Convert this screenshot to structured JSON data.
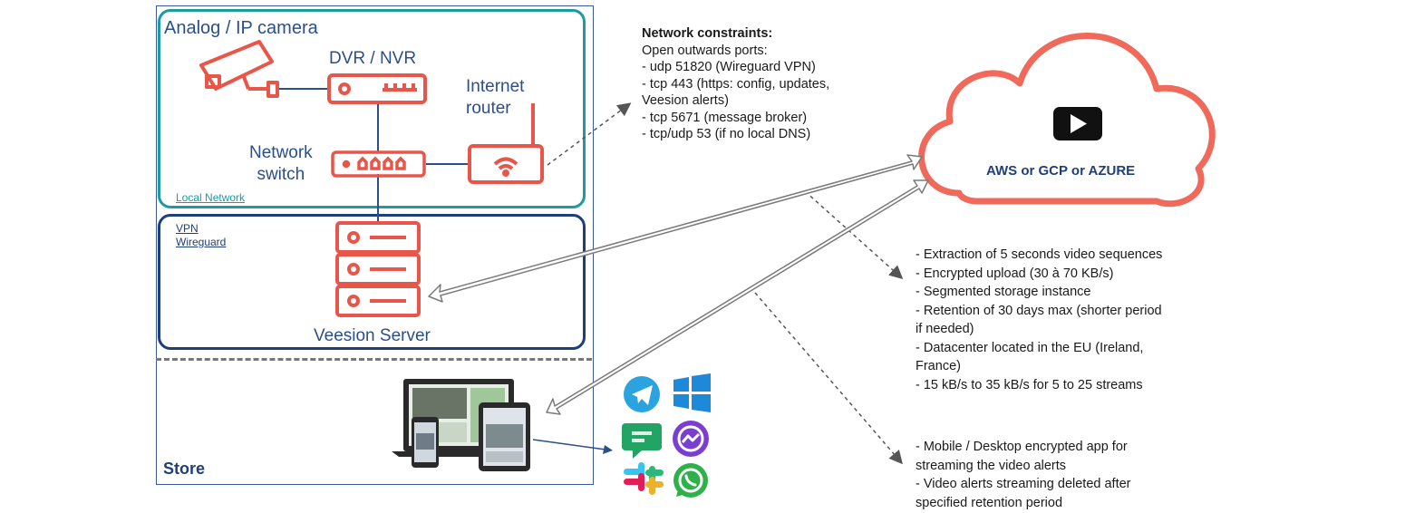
{
  "local_network": {
    "camera_label": "Analog / IP camera",
    "dvr_label": "DVR / NVR",
    "router_label_lines": [
      "Internet",
      "router"
    ],
    "switch_label_lines": [
      "Network",
      "switch"
    ],
    "network_label": "Local Network"
  },
  "vpn": {
    "label_lines": [
      "VPN",
      "Wireguard"
    ],
    "server_label": "Veesion Server"
  },
  "store_label": "Store",
  "network_constraints": {
    "heading": "Network constraints:",
    "lines": [
      "Open outwards ports:",
      "- udp 51820 (Wireguard VPN)",
      "- tcp 443 (https: config, updates,",
      "Veesion alerts)",
      "- tcp 5671 (message broker)",
      "- tcp/udp 53 (if no local DNS)"
    ]
  },
  "cloud": {
    "label": "AWS or GCP or AZURE"
  },
  "cloud_features": [
    "- Extraction of 5 seconds video sequences",
    "- Encrypted upload (30 à 70 KB/s)",
    "- Segmented storage instance",
    "- Retention of 30 days max (shorter period",
    "if needed)",
    "- Datacenter located in the EU (Ireland,",
    "France)",
    "- 15 kB/s to 35 kB/s for 5 to 25 streams"
  ],
  "app_features": [
    "- Mobile / Desktop encrypted app for",
    "streaming the video alerts",
    "- Video alerts streaming deleted after",
    "specified retention period"
  ],
  "colors": {
    "device_red": "#e8564a",
    "local_teal": "#1f9aa0",
    "vpn_navy": "#1e3f7a",
    "cloud_red": "#ef6a5a"
  },
  "icons": [
    "telegram-icon",
    "windows-icon",
    "google-chat-icon",
    "messenger-icon",
    "slack-icon",
    "whatsapp-icon"
  ]
}
